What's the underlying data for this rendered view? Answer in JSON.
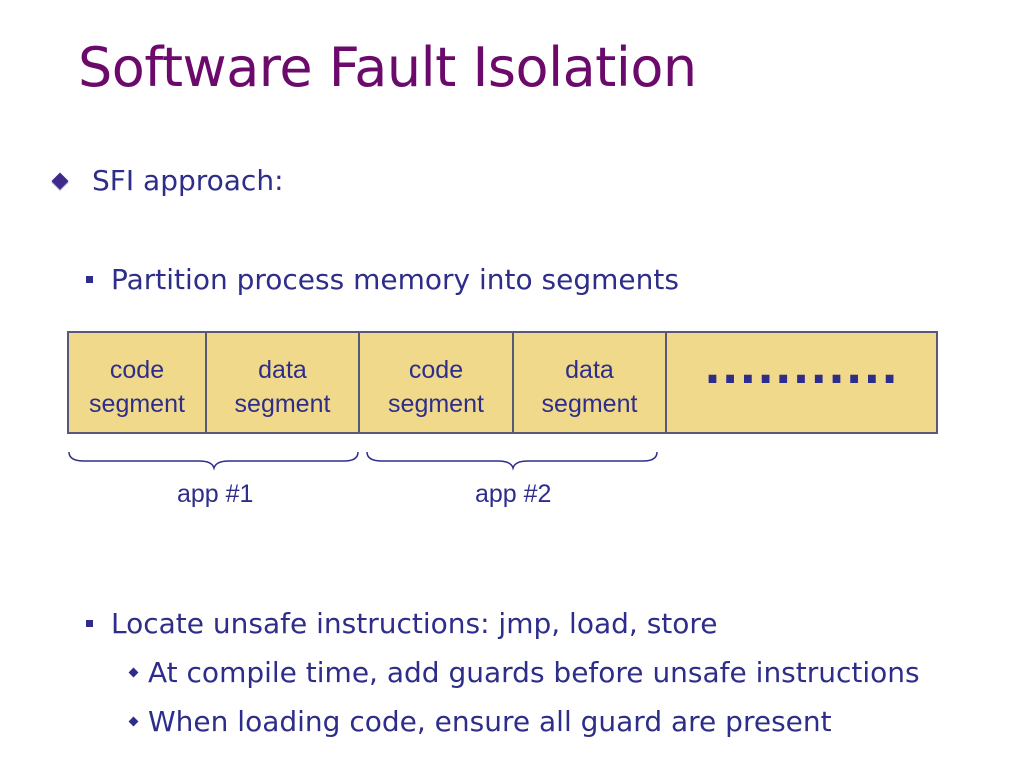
{
  "slide": {
    "title": "Software Fault Isolation",
    "bullet1": "SFI approach:",
    "bullet1_sub1": "Partition process memory into segments",
    "bullet1_sub2": "Locate unsafe instructions:   jmp, load, store",
    "bullet1_sub2_items": [
      "At compile time, add guards before unsafe instructions",
      "When loading code, ensure all guard are present"
    ]
  },
  "memory": {
    "segments": [
      {
        "line1": "code",
        "line2": "segment"
      },
      {
        "line1": "data",
        "line2": "segment"
      },
      {
        "line1": "code",
        "line2": "segment"
      },
      {
        "line1": "data",
        "line2": "segment"
      }
    ],
    "continuation": "...........",
    "fill_color": "#f0d98a"
  },
  "apps": [
    {
      "label": "app #1"
    },
    {
      "label": "app #2"
    }
  ],
  "colors": {
    "title": "#6b0a6b",
    "text": "#2e2e8a"
  }
}
